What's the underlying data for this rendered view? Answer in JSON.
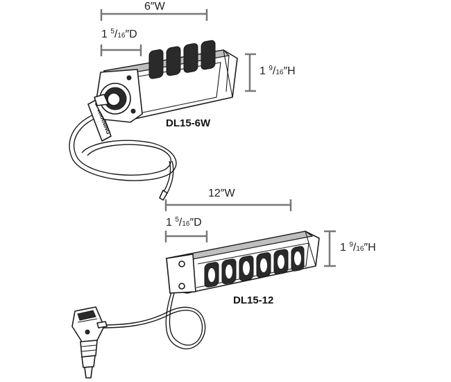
{
  "top_product": {
    "model": "DL15-6W",
    "width": {
      "whole": "6",
      "mark": "″W"
    },
    "depth": {
      "whole": "1 ",
      "num": "5",
      "den": "16",
      "mark": "″D"
    },
    "height": {
      "whole": "1 ",
      "num": "9",
      "den": "16",
      "mark": "″H"
    },
    "warning_label": "WARNING"
  },
  "bottom_product": {
    "model": "DL15-12",
    "width": {
      "whole": "12",
      "mark": "″W"
    },
    "depth": {
      "whole": "1 ",
      "num": "5",
      "den": "16",
      "mark": "″D"
    },
    "height": {
      "whole": "1 ",
      "num": "9",
      "den": "16",
      "mark": "″H"
    }
  }
}
